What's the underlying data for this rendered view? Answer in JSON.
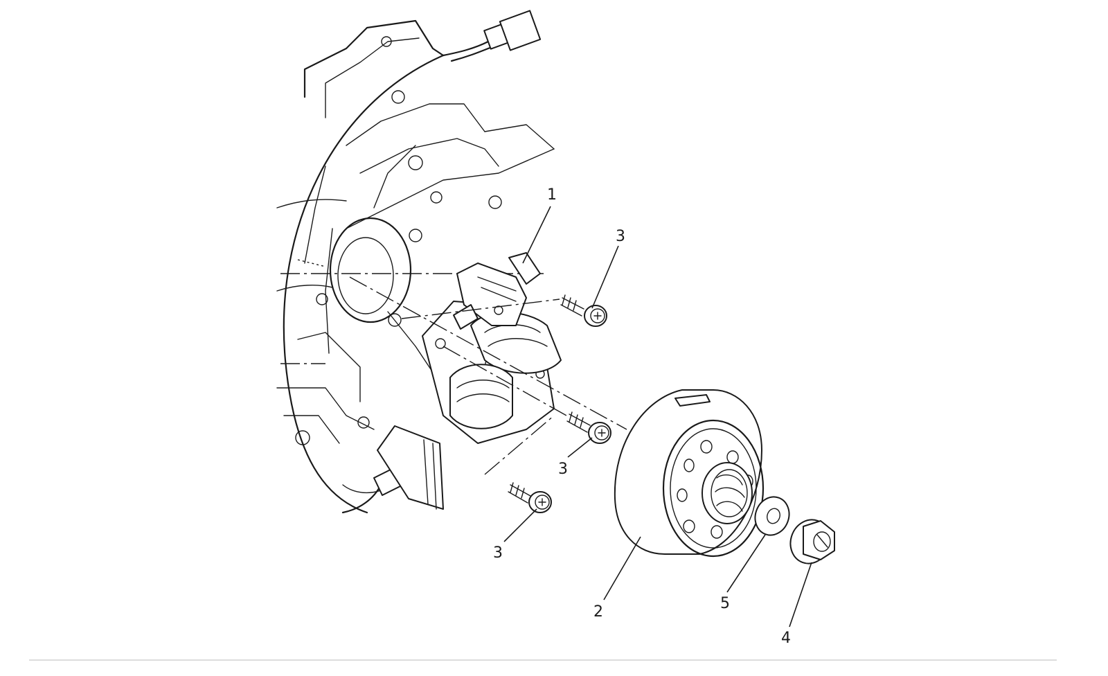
{
  "diagram": {
    "callouts": [
      {
        "id": "c1",
        "label": "1"
      },
      {
        "id": "c2",
        "label": "2"
      },
      {
        "id": "c3a",
        "label": "3"
      },
      {
        "id": "c3b",
        "label": "3"
      },
      {
        "id": "c3c",
        "label": "3"
      },
      {
        "id": "c4",
        "label": "4"
      },
      {
        "id": "c5",
        "label": "5"
      }
    ]
  },
  "colors": {
    "line": "#1a1a1a",
    "background": "#ffffff",
    "rule": "#dcdcdc"
  }
}
